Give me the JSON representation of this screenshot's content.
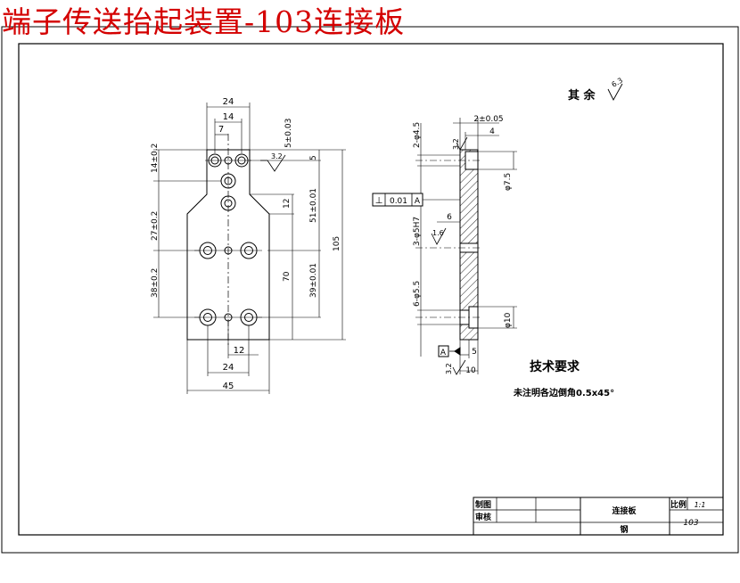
{
  "page_title": "端子传送抬起装置-103连接板",
  "roughness": {
    "label": "其 余",
    "value": "6.3"
  },
  "front_view": {
    "dims": {
      "top_w": "24",
      "w14": "14",
      "w7": "7",
      "d5_003": "5±0.03",
      "d5": "5",
      "d12": "12",
      "d51": "51±0.01",
      "d70": "70",
      "d39": "39±0.01",
      "d105": "105",
      "d14_02": "14±0.2",
      "d27_02": "27±0.2",
      "d38_02": "38±0.2",
      "bottom12": "12",
      "bottom24": "24",
      "bottom45": "45"
    },
    "roughness": "3.2"
  },
  "side_view": {
    "dims": {
      "d2_005": "2±0.05",
      "d4": "4",
      "holes_2_45": "2-φ4.5",
      "d32": "3.2",
      "phi75": "φ7.5",
      "holes_3_5h7": "3-φ5H7",
      "d6": "6",
      "r16": "1.6",
      "holes_6_55": "6-φ5.5",
      "phi10": "φ10",
      "d5": "5",
      "d10": "10",
      "ra_bottom": "3.2",
      "datum_label": "A"
    },
    "tolerance": {
      "symbol": "⊥",
      "value": "0.01",
      "datum": "A"
    }
  },
  "tech_req": {
    "title": "技术要求",
    "line1": "未注明各边倒角0.5x45°"
  },
  "title_block": {
    "drawn": "制图",
    "checked": "审核",
    "name": "连接板",
    "scale_label": "比例",
    "scale": "1:1",
    "material": "钢",
    "drawing_no": "103"
  }
}
